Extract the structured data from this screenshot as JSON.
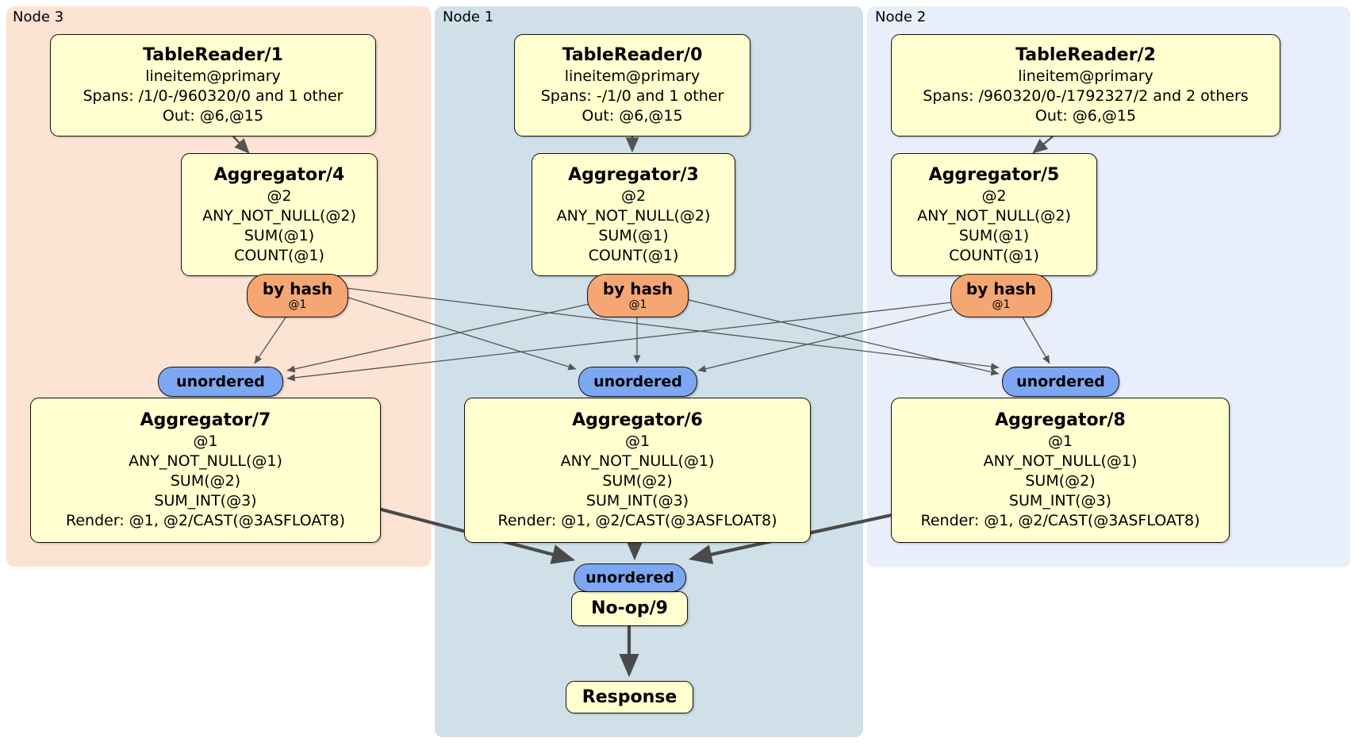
{
  "regions": {
    "node3": "Node 3",
    "node1": "Node 1",
    "node2": "Node 2"
  },
  "processors": {
    "tr1": {
      "title": "TableReader/1",
      "l1": "lineitem@primary",
      "l2": "Spans: /1/0-/960320/0 and 1 other",
      "l3": "Out: @6,@15"
    },
    "tr0": {
      "title": "TableReader/0",
      "l1": "lineitem@primary",
      "l2": "Spans: -/1/0 and 1 other",
      "l3": "Out: @6,@15"
    },
    "tr2": {
      "title": "TableReader/2",
      "l1": "lineitem@primary",
      "l2": "Spans: /960320/0-/1792327/2 and 2 others",
      "l3": "Out: @6,@15"
    },
    "agg4": {
      "title": "Aggregator/4",
      "l1": "@2",
      "l2": "ANY_NOT_NULL(@2)",
      "l3": "SUM(@1)",
      "l4": "COUNT(@1)"
    },
    "agg3": {
      "title": "Aggregator/3",
      "l1": "@2",
      "l2": "ANY_NOT_NULL(@2)",
      "l3": "SUM(@1)",
      "l4": "COUNT(@1)"
    },
    "agg5": {
      "title": "Aggregator/5",
      "l1": "@2",
      "l2": "ANY_NOT_NULL(@2)",
      "l3": "SUM(@1)",
      "l4": "COUNT(@1)"
    },
    "agg7": {
      "title": "Aggregator/7",
      "l1": "@1",
      "l2": "ANY_NOT_NULL(@1)",
      "l3": "SUM(@2)",
      "l4": "SUM_INT(@3)",
      "l5": "Render: @1, @2/CAST(@3ASFLOAT8)"
    },
    "agg6": {
      "title": "Aggregator/6",
      "l1": "@1",
      "l2": "ANY_NOT_NULL(@1)",
      "l3": "SUM(@2)",
      "l4": "SUM_INT(@3)",
      "l5": "Render: @1, @2/CAST(@3ASFLOAT8)"
    },
    "agg8": {
      "title": "Aggregator/8",
      "l1": "@1",
      "l2": "ANY_NOT_NULL(@1)",
      "l3": "SUM(@2)",
      "l4": "SUM_INT(@3)",
      "l5": "Render: @1, @2/CAST(@3ASFLOAT8)"
    },
    "noop": {
      "title": "No-op/9"
    },
    "response": {
      "title": "Response"
    }
  },
  "routers": {
    "hash_label": "by hash",
    "hash_sub": "@1",
    "sync_label": "unordered"
  },
  "colors": {
    "node3_bg": "#fce3d3",
    "node1_bg": "#cfe0e9",
    "node2_bg": "#e9effa",
    "processor_fill": "#ffffcf",
    "router_fill": "#f5a673",
    "sync_fill": "#7da7f2",
    "edge": "#555555",
    "thick_edge": "#4a4a4a"
  }
}
